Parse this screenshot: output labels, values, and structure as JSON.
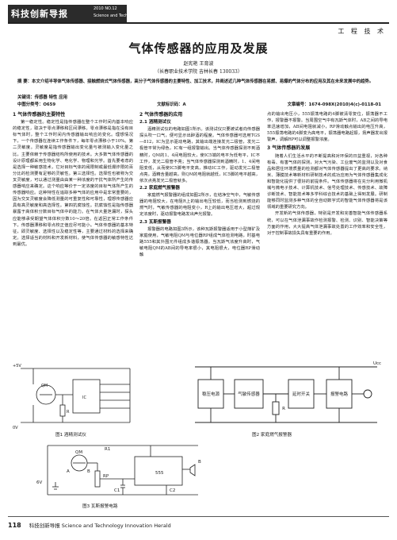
{
  "header": {
    "journal": "科技创新导报",
    "issue": "2010 NO.12",
    "journal_en": "Science and Technology Innovation Herald",
    "section": "工 程 技 术"
  },
  "article": {
    "title": "气体传感器的应用及发展",
    "authors": "赵宪艳    王育波",
    "affiliation": "（长春职业技术学院   吉林长春   130033）",
    "abstract": "摘  要：本文介绍半导体气体传感器、接触燃烧式气体传感器，高分子气体传感器的主要特性、加工技术，并阐述近几种气体传感器在易燃、易爆的气体分布的应用及其在未来发展中的趋势。",
    "keywords": "关键词：传感器    特性    应用",
    "clc": "中图分类号：O659",
    "doc_code": "文献标识码：A",
    "article_no": "文章编号：1674-098X(2010)4(c)-0118-01"
  },
  "body": {
    "col1": {
      "sec1": "1 气体传感器的主要特性",
      "p1": "第一稳定性。稳定性是指传感器在整个工作时间内基本响应的稳定性，取决于零点漂移和区间漂移。零点漂移是指在没有目标气体时，整个工作时间内传感器输出响应的变化。理想情况下，一个传感器在连续工作条件下，每年零点漂移小于10%。第二灵敏度。灵敏度是指传感器输出变化量与被测输入变化量之比，主要依赖于传感器结构所使用的技术。大多数气体传感器的设计原理都采用生物化学、电化学、物理和光学。首先要考虑的是选择一种敏感技术，它对目标气体的阈限制或最低爆炸限的百分比的检测要有足够的灵敏性。第三选择性。选择性也被称为交叉灵敏度，可以通过测量由由某一种浓度的干扰气体所产生的传感器响应来确定。这个响应等价于一定浓度的目标气体所产生的传感器响应。这种特性在追踪多种气体的应用中是非常重要的，因为交叉灵敏度会降低测量的可重复性和可靠性，理想传感器应具有高灵敏度和高选择性。第四抗腐蚀性。抗腐蚀性是指传感器暴露于高体积分数目标气体中的能力。在气体大量泄漏时，探头应能够承受期望气体体积分数10～20倍。在返回正常工作条件下，传感器漂移和零点校正值应尽可能小。气体传感器的基本特征，即灵敏度、选择性以及稳定性等，主要通过材料的选择来确定。选择适当的材料和开发新材料，使气体传感器的敏感特性达到最优。"
    },
    "col2": {
      "sec2": "2 气体传感器的应用",
      "sub21": "2.1 酒精测试仪",
      "p21": "酒精测试仪的电路如图1所示。该测试仪只要被试者向传感器探头吹一口气，便可显示出醉酒的程度。气体传感器可选用TGS—812，IC为显示驱动电路，其输出端连接发光二极管，发光二极管平常为绿色，IC有一组报警输出。当气体传感器探测不到酒精时，QM的1、4间电阻较大，使IC5端的电平为低电平，IC不工作，发光二极管不亮；当气体传感器探测到酒精时，1、4间电阻变低，从而使IC5脚电平变高，推动IC工作，驱动发光二极管点亮。酒精含量越高，则QM的电阻就越低，IC5脚的电平越高，依次点亮发光二极管就多。",
      "sub22": "2.2 家庭燃气报警器",
      "p22": "家庭燃气报警器的组成如图2所示，在结净空气中，气敏传感器的电阻较大，在电阻R上的输出电压较低，而当检测到燃烧的燃气时，气敏传感器的电阻变小，R上的输出电压增大，超过规定浓度时，驱动报警电路发出声光报警。",
      "sub23": "2.3 瓦斯报警器",
      "p23": "报警器的电路如图3所示，该种瓦斯报警器适用于小型煤矿及家庭使用，气敏电阻QM与电位器RP组成气体检测电路，时基电路555和其外围元件组成多谐振荡器。当瓦斯气浓度升高时，气敏电阻QM的AB间的导电率很小，其电阻很大，电位器RP滑动触"
    },
    "col3": {
      "p_cont": "点的输出电压小，555振荡电路的4脚被清零复位，振荡器不工作，报警器不报警。当周围空气中有瓦斯气体时，AB之间的导电率迅速增加，AB间电阻就减小，RP滑动触点输出的电压升高，555振荡电路的4脚变为高电平，振荡器电路起振，扬声器发出报警声，调解RP可以调整报警浓度。",
      "sec3": "3 气体传感器的发展",
      "p31": "随着人们生活水平的不断提高和对环保的日益重视，对各种有毒、有害气体的探测，对大气污染、工业废气的监测以及对食品和居住环境质量的检测都对气体传感器提出了更高的要求。纳米、薄膜技术等新材料研制技术的成功应用为气体传感器集成化和智能化提供了很好的前提条件。气体传感器将在充分利用微机械与微电子技术、计算机技术、信号处理技术、传感技术、故障诊断技术、智能技术等多学科综合技术的基础上得到发展。研制能够同时监测多种气体的全自动数字式的智能气体传感器将是该领域的重要研究方向。",
      "p32": "开发新的气体传感器，特别是开发和完善智能气体传感器系统，可以在气体泄漏事故作检测报警、检测、识别、智能决策等方面的作用，大大提高气体泄漏事故处置的工作效率和安全性，对于控制事故损失具有重要的作用。"
    }
  },
  "figures": {
    "fig1": {
      "caption": "图1   酒精测试仪",
      "labels": {
        "vcc": "+5V",
        "gnd": "0V",
        "sensor": "QM",
        "ic": "IC",
        "r": "R"
      }
    },
    "fig2": {
      "caption": "图2   家庭燃气报警器",
      "labels": {
        "vcc": "Ucc",
        "b1": "稳压电源",
        "b2": "气敏传感器",
        "b3": "延时开关",
        "b4": "报警电路",
        "r": "R"
      }
    },
    "fig3": {
      "caption": "图3   瓦斯报警电路",
      "labels": {
        "ic": "555",
        "r1": "R1",
        "sensor": "QM",
        "rp": "RP",
        "c1": "C1",
        "c2": "C2",
        "v": "6V",
        "a": "A",
        "b": "B",
        "spk": "B"
      }
    }
  },
  "footer": {
    "page": "118",
    "text": "科技创新导报  Science and Technology Innovation Herald"
  }
}
